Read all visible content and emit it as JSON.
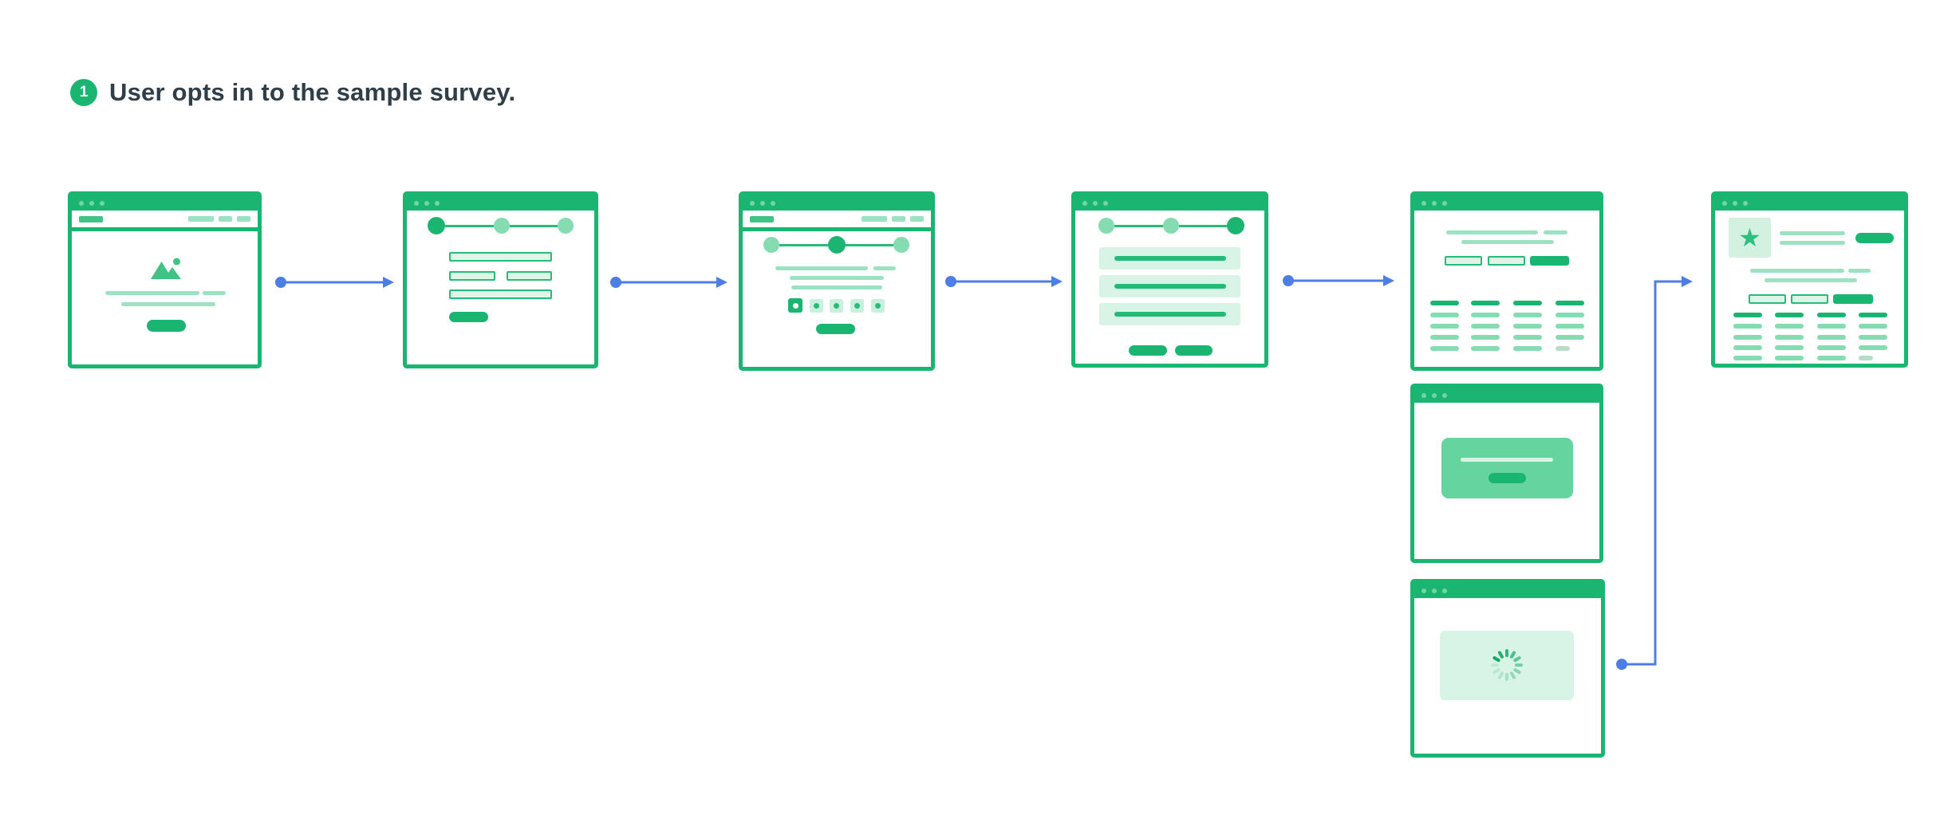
{
  "header": {
    "step_number": "1",
    "step_title": "User opts in to the sample survey."
  },
  "icons": {
    "star_glyph": "★",
    "image_placeholder": "mountain-landscape-icon",
    "spinner": "loading-spinner-icon",
    "window_controls": "three-dots"
  },
  "colors": {
    "green_primary": "#1bb572",
    "green_medium": "#3fc486",
    "green_soft": "#85dcb0",
    "green_light": "#9ae2c1",
    "green_pale": "#d7f4e6",
    "modal_green": "#66d49e",
    "connector_blue": "#4c7ee3",
    "text_dark": "#2f3e48"
  }
}
